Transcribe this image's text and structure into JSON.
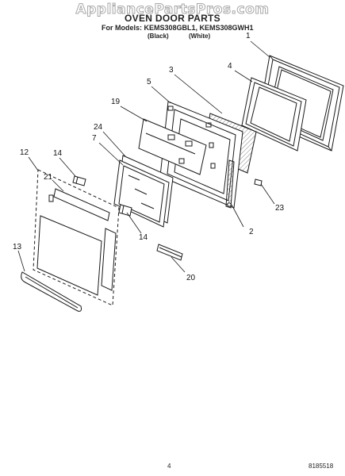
{
  "header": {
    "watermark": "AppliancePartsPros.com",
    "title": "OVEN DOOR PARTS",
    "models_line": "For Models: KEMS308GBL1, KEMS308GWH1",
    "variant_black": "(Black)",
    "variant_white": "(White)"
  },
  "callouts": {
    "c1": "1",
    "c2": "2",
    "c3": "3",
    "c4": "4",
    "c5": "5",
    "c7": "7",
    "c12": "12",
    "c13": "13",
    "c14a": "14",
    "c14b": "14",
    "c19": "19",
    "c20": "20",
    "c21": "21",
    "c23": "23",
    "c24": "24"
  },
  "footer": {
    "page_number": "4",
    "doc_number": "8185518"
  },
  "colors": {
    "line": "#1a1a1a",
    "fill_panel": "#ffffff",
    "hatch": "#555555"
  }
}
